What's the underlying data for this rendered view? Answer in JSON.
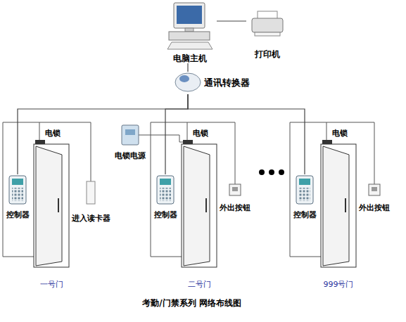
{
  "diagram": {
    "caption": "考勤/门禁系列 网络布线图",
    "nodes": [
      {
        "text": [
          "电脑主机"
        ]
      },
      {
        "text": [
          "打印机"
        ]
      },
      {
        "text": [
          "通讯转换器"
        ]
      },
      {
        "text": [
          "控制器"
        ]
      },
      {
        "text": [
          "进入读卡器"
        ]
      },
      {
        "text": [
          "一号门"
        ]
      },
      {
        "text": [
          "电锁电源"
        ]
      },
      {
        "text": [
          "控制器"
        ]
      },
      {
        "text": [
          "外出按钮"
        ]
      },
      {
        "text": [
          "二号门"
        ]
      },
      {
        "text": [
          "控制器"
        ]
      },
      {
        "text": [
          "外出按钮"
        ]
      },
      {
        "text": [
          "999号门"
        ]
      }
    ],
    "edges": [
      {
        "from": 0,
        "to": 1,
        "arrow": "none"
      },
      {
        "from": 0,
        "to": 2,
        "arrow": "none"
      },
      {
        "from": 2,
        "to": 3,
        "arrow": "none"
      },
      {
        "from": 2,
        "to": 7,
        "arrow": "none"
      },
      {
        "from": 2,
        "to": 10,
        "arrow": "none"
      }
    ],
    "labels": [
      "电锁",
      "电锁",
      "电锁"
    ]
  }
}
